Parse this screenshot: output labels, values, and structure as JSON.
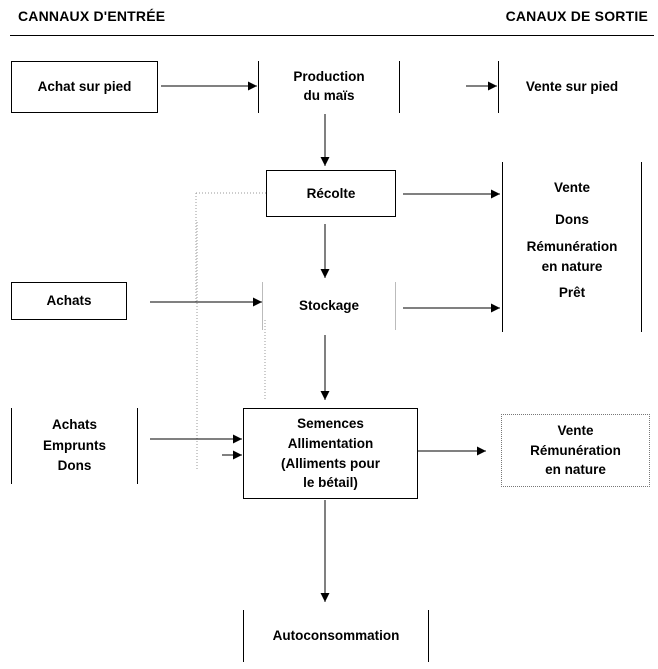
{
  "header": {
    "inputs_title": "CANNAUX D'ENTRÉE",
    "outputs_title": "CANAUX DE SORTIE"
  },
  "inputs": {
    "achat_sur_pied": "Achat sur pied",
    "achats": "Achats",
    "achats_emprunts_dons": [
      "Achats",
      "Emprunts",
      "Dons"
    ]
  },
  "process": {
    "production": [
      "Production",
      "du maïs"
    ],
    "recolte": "Récolte",
    "stockage": "Stockage",
    "usage": [
      "Semences",
      "Allimentation",
      "(Alliments pour",
      "le bétail)"
    ],
    "autoconsommation": "Autoconsommation"
  },
  "outputs": {
    "vente_sur_pied": "Vente sur pied",
    "group_one": [
      "Vente",
      "Dons",
      "Rémunération",
      "en nature",
      "Prêt"
    ],
    "group_two": [
      "Vente",
      "Rémunération",
      "en nature"
    ]
  }
}
